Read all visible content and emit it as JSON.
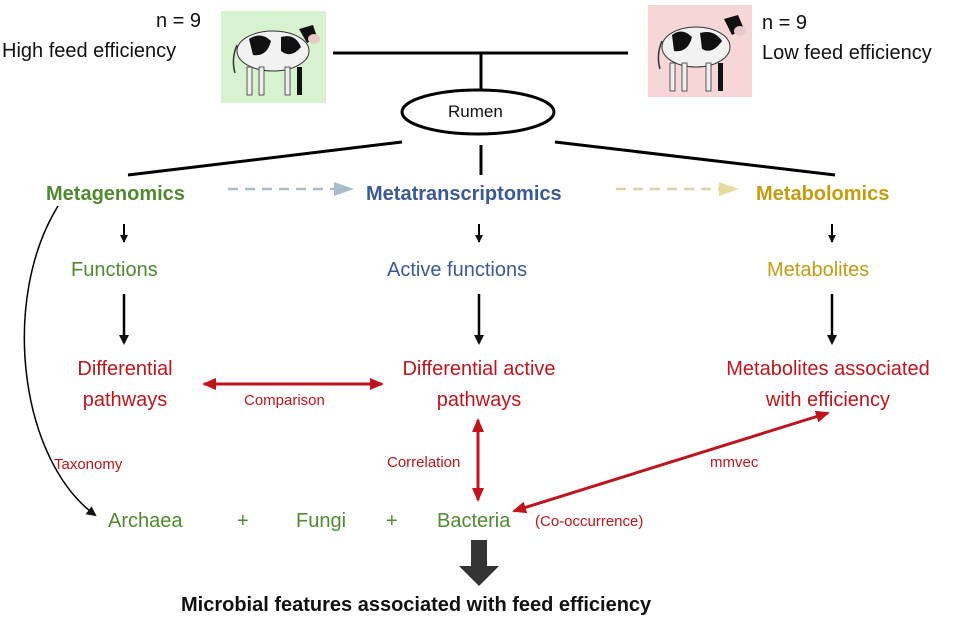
{
  "groups": {
    "high": {
      "n": "n = 9",
      "label": "High feed efficiency"
    },
    "low": {
      "n": "n = 9",
      "label": "Low feed efficiency"
    }
  },
  "rumen": "Rumen",
  "omics": {
    "metagenomics": "Metagenomics",
    "metatranscriptomics": "Metatranscriptomics",
    "metabolomics": "Metabolomics"
  },
  "level2": {
    "functions": "Functions",
    "active_functions": "Active functions",
    "metabolites": "Metabolites"
  },
  "level3": {
    "differential_pathways": [
      "Differential",
      "pathways"
    ],
    "differential_active_pathways": [
      "Differential active",
      "pathways"
    ],
    "metabolites_assoc": [
      "Metabolites associated",
      "with efficiency"
    ]
  },
  "edge_labels": {
    "comparison": "Comparison",
    "correlation": "Correlation",
    "mmvec": "mmvec",
    "taxonomy": "Taxonomy"
  },
  "microbes": {
    "archaea": "Archaea",
    "plus1": "+",
    "fungi": "Fungi",
    "plus2": "+",
    "bacteria": "Bacteria",
    "cooccurrence": "(Co-occurrence)"
  },
  "conclusion": "Microbial features associated with feed efficiency",
  "colors": {
    "metagenomics": "#4f8a2e",
    "metatranscriptomics": "#3a5a95",
    "metabolomics": "#c59b10",
    "red": "#c0141c",
    "high_bg": "#d8f2d0",
    "low_bg": "#f6d6d6"
  }
}
